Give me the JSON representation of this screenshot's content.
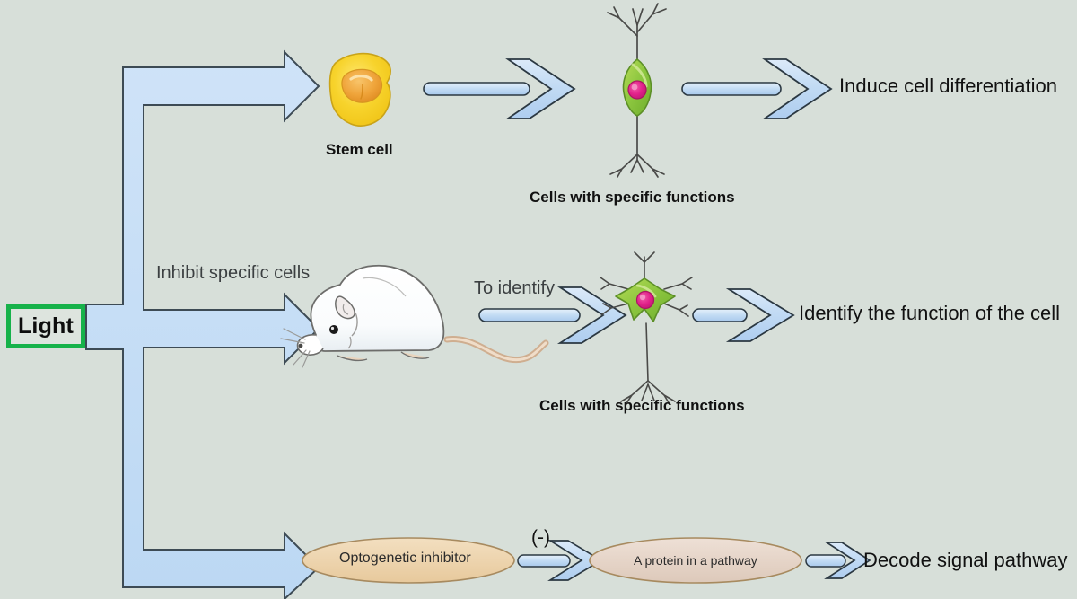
{
  "diagram": {
    "title": "Optogenetics applications flow diagram",
    "background_color": "#d7dfd9",
    "source_node": {
      "label": "Light",
      "border_color": "#16b24a",
      "fill_color": "#dde4de"
    },
    "branch_arrow": {
      "fill_color": "#c3dcf5",
      "stroke_color": "#3d4b55",
      "branch_count": 3
    },
    "branch_label": "Inhibit specific cells",
    "rows": [
      {
        "id": "row-differentiation",
        "entity_label": "Stem cell",
        "entity_icon": "stem-cell-icon",
        "entity_fill": "#f5cf2a",
        "entity_inner_fill": "#efa43a",
        "step_label": "",
        "target_label": "Cells with specific functions",
        "target_icon": "bipolar-neuron-icon",
        "soma_fill": "#8cc63f",
        "nucleus_fill": "#e0218a",
        "outcome": "Induce cell differentiation"
      },
      {
        "id": "row-identify",
        "entity_label": "",
        "entity_icon": "lab-mouse-icon",
        "entity_fill": "#ffffff",
        "entity_inner_fill": "#e2c7ae",
        "step_label": "To identify",
        "target_label": "Cells with specific functions",
        "target_icon": "multipolar-neuron-icon",
        "soma_fill": "#8cc63f",
        "nucleus_fill": "#e0218a",
        "outcome": "Identify the function of the cell"
      },
      {
        "id": "row-pathway",
        "entity_label": "Optogenetic inhibitor",
        "entity_icon": "ellipse-node-icon",
        "entity_fill": "#edd3ac",
        "entity_inner_fill": "#edd3ac",
        "step_label": "(-)",
        "target_label": "A protein in a pathway",
        "target_icon": "ellipse-node-icon",
        "soma_fill": "#e5d3c6",
        "nucleus_fill": "#e5d3c6",
        "outcome": "Decode signal pathway"
      }
    ],
    "chevron_arrow": {
      "fill_color": "#c3dcf5",
      "stroke_color": "#2b3842",
      "count": 7
    }
  }
}
